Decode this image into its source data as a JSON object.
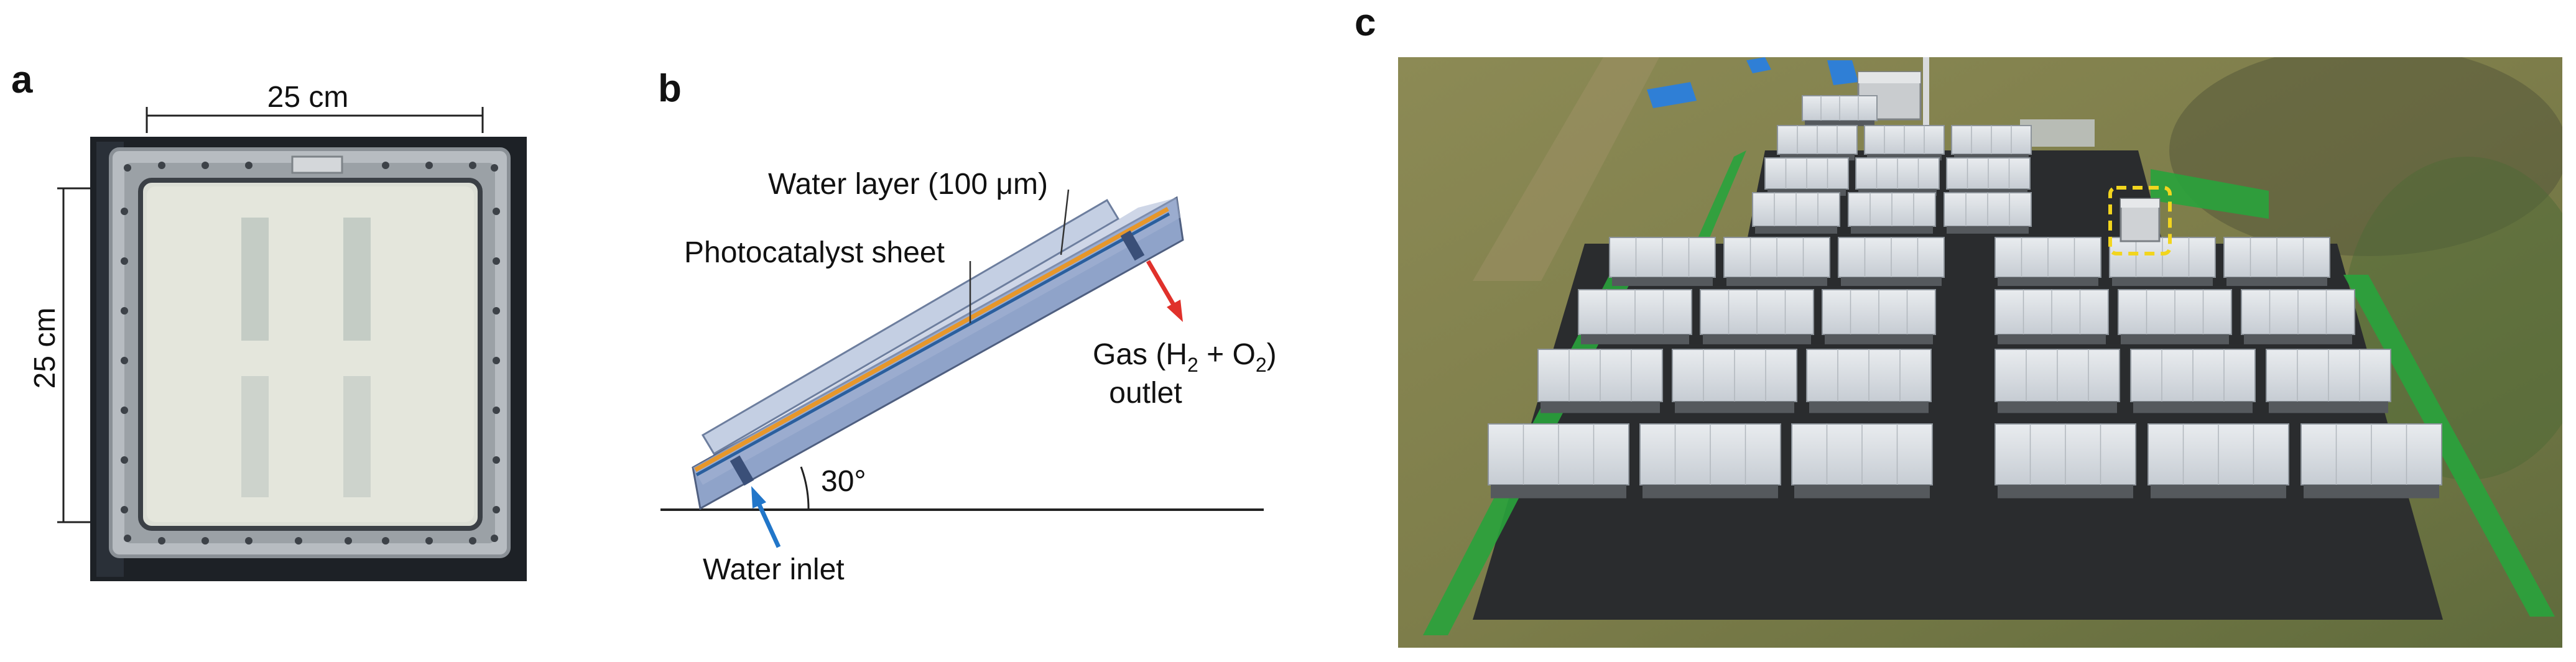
{
  "panels": {
    "a": {
      "letter": "a",
      "width_label": "25 cm",
      "height_label": "25 cm"
    },
    "b": {
      "letter": "b",
      "water_layer_label": "Water layer (100 μm)",
      "photocatalyst_label": "Photocatalyst sheet",
      "gas_label_prefix": "Gas (H",
      "gas_h_sub": "2",
      "gas_label_mid": " + O",
      "gas_o_sub": "2",
      "gas_label_suffix": ")",
      "gas_outlet_label": "outlet",
      "angle_label": "30°",
      "water_inlet_label": "Water inlet",
      "colors": {
        "outer_plate": "#c4cfe3",
        "inner_plate": "#8fa3c9",
        "water_line": "#e7972a",
        "photocatalyst_line": "#2a5f9e",
        "gas_arrow": "#e0312b",
        "water_arrow": "#2176c9"
      }
    },
    "c": {
      "letter": "c"
    }
  }
}
